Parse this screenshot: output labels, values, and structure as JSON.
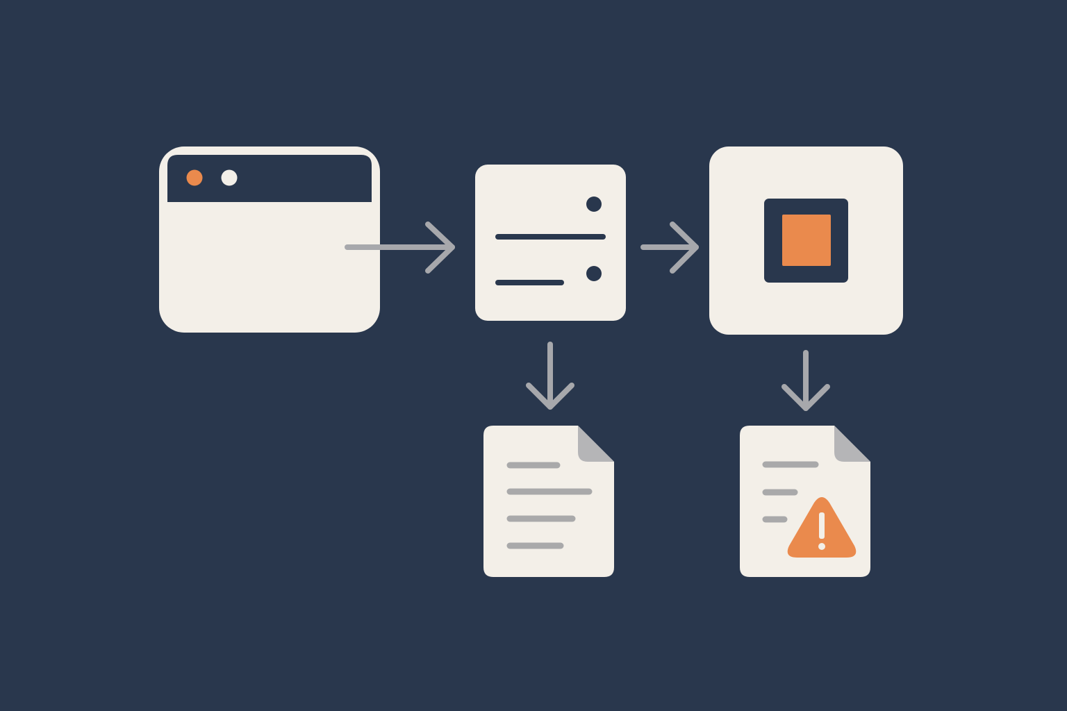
{
  "colors": {
    "background": "#29374D",
    "card": "#F3EFE8",
    "navy": "#29374D",
    "orange": "#EA8A4D",
    "arrow": "#A7A8AC",
    "line_gray": "#A9A9AA",
    "fold": "#B5B5B7"
  },
  "nodes": [
    {
      "id": "browser-window",
      "icon": "browser-window-icon",
      "interactable": false
    },
    {
      "id": "server",
      "icon": "server-icon",
      "interactable": false
    },
    {
      "id": "processor",
      "icon": "cpu-chip-icon",
      "interactable": false
    },
    {
      "id": "document",
      "icon": "document-icon",
      "interactable": false
    },
    {
      "id": "error-document",
      "icon": "document-warning-icon",
      "interactable": false
    }
  ],
  "edges": [
    {
      "from": "browser-window",
      "to": "server",
      "direction": "right"
    },
    {
      "from": "server",
      "to": "processor",
      "direction": "right"
    },
    {
      "from": "server",
      "to": "document",
      "direction": "down"
    },
    {
      "from": "processor",
      "to": "error-document",
      "direction": "down"
    }
  ]
}
